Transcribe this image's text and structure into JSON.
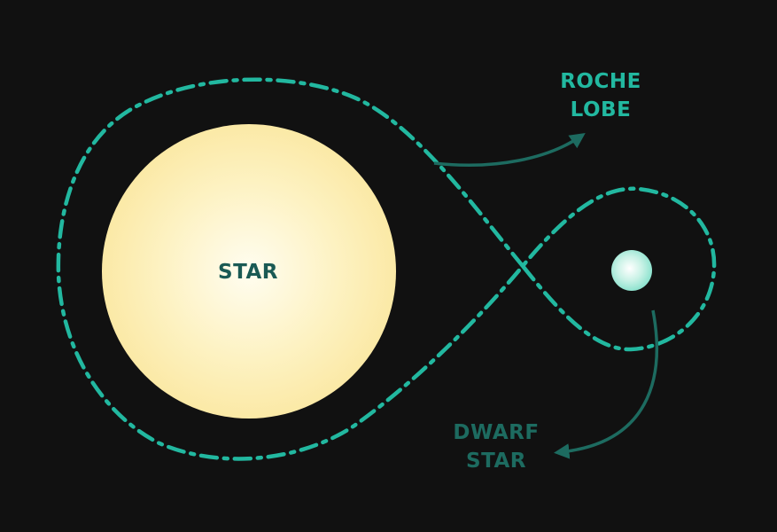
{
  "labels": {
    "star": "STAR",
    "roche_lobe_line1": "ROCHE",
    "roche_lobe_line2": "LOBE",
    "dwarf_star_line1": "DWARF",
    "dwarf_star_line2": "STAR"
  },
  "colors": {
    "background": "#111111",
    "roche_lobe": "#22b8a0",
    "arrow": "#1d6b60",
    "star_center": "#fffdf0",
    "star_edge": "#fbe9a6",
    "dwarf_center": "#ffffff",
    "dwarf_edge": "#8fe3cf",
    "star_label": "#1a5a54"
  },
  "icons": {
    "roche_arrow": "arrow-right-icon",
    "dwarf_arrow": "arrow-left-icon"
  }
}
